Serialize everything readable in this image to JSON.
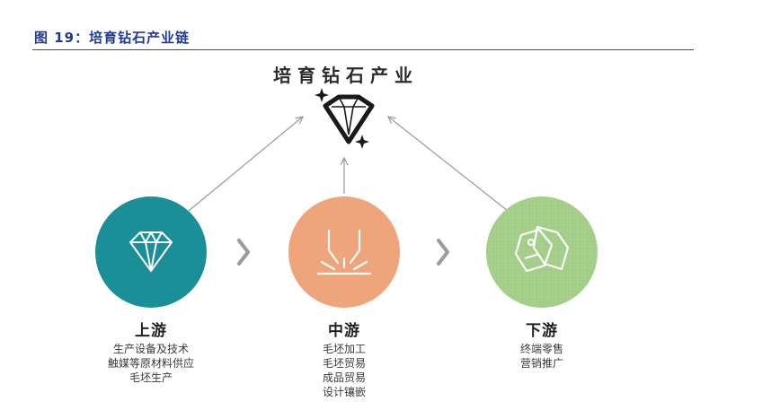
{
  "figure": {
    "title": "图 19：培育钻石产业链"
  },
  "top": {
    "label": "培育钻石产业"
  },
  "stages": [
    {
      "title": "上游",
      "items": [
        "生产设备及技术",
        "触媒等原材料供应",
        "毛坯生产"
      ],
      "color": "#1a8f97",
      "icon": "diamond-icon"
    },
    {
      "title": "中游",
      "items": [
        "毛坯加工",
        "毛坯贸易",
        "成品贸易",
        "设计镶嵌"
      ],
      "color": "#efa57b",
      "icon": "cutting-tool-icon"
    },
    {
      "title": "下游",
      "items": [
        "终端零售",
        "营销推广"
      ],
      "color": "#a5cf8a",
      "icon": "price-tag-icon"
    }
  ],
  "colors": {
    "title_blue": "#1f3a93",
    "arrow_gray": "#9a9a9a",
    "chevron_gray": "#9b9b9b"
  }
}
